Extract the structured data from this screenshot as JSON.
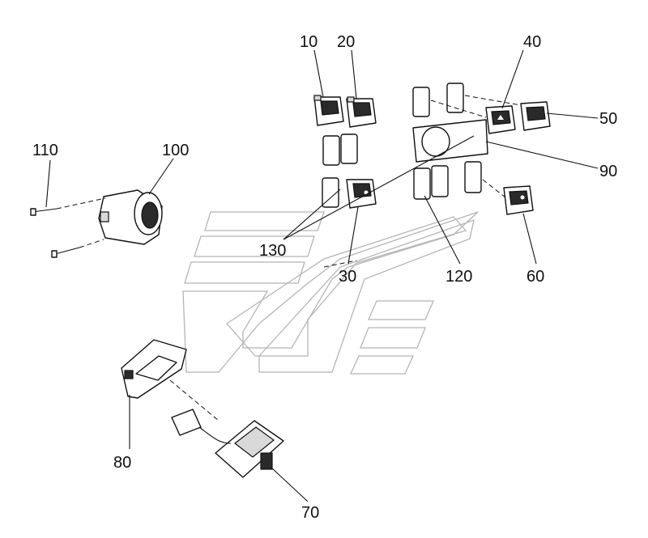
{
  "callouts": [
    {
      "id": "c10",
      "text": "10"
    },
    {
      "id": "c20",
      "text": "20"
    },
    {
      "id": "c40",
      "text": "40"
    },
    {
      "id": "c50",
      "text": "50"
    },
    {
      "id": "c90",
      "text": "90"
    },
    {
      "id": "c110",
      "text": "110"
    },
    {
      "id": "c100",
      "text": "100"
    },
    {
      "id": "c130",
      "text": "130"
    },
    {
      "id": "c30",
      "text": "30"
    },
    {
      "id": "c120",
      "text": "120"
    },
    {
      "id": "c60",
      "text": "60"
    },
    {
      "id": "c80",
      "text": "80"
    },
    {
      "id": "c70",
      "text": "70"
    }
  ],
  "colors": {
    "line": "#111111",
    "watermark": "#b5b5b5",
    "background": "#ffffff"
  }
}
